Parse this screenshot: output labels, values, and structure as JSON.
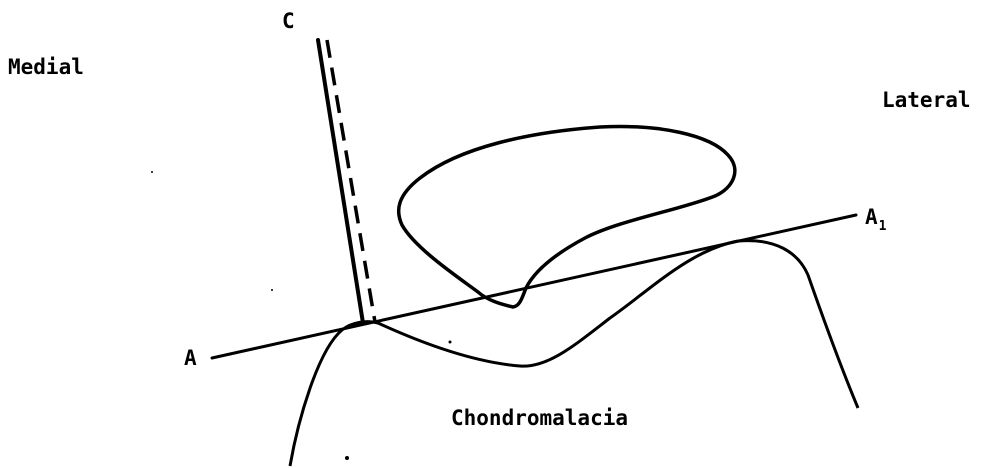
{
  "labels": {
    "medial": "Medial",
    "lateral": "Lateral",
    "line_c": "C",
    "point_a": "A",
    "point_a1_main": "A",
    "point_a1_sub": "1",
    "caption": "Chondromalacia"
  },
  "colors": {
    "ink": "#000000",
    "background": "#ffffff"
  }
}
